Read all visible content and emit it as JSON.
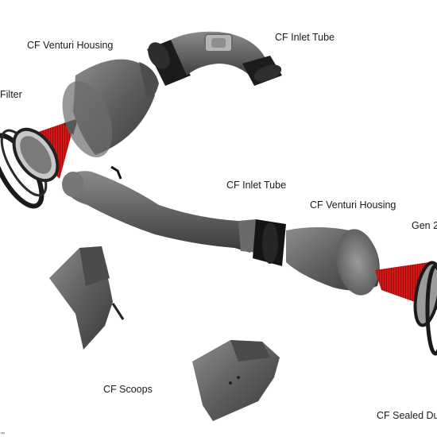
{
  "labels": {
    "venturi_top": "CF Venturi Housing",
    "inlet_top": "CF Inlet Tube",
    "filter_left": "Filter",
    "inlet_mid": "CF Inlet Tube",
    "venturi_mid": "CF Venturi Housing",
    "gen2": "Gen 2",
    "scoops": "CF Scoops",
    "sealed_duct": "CF Sealed Du",
    "trademark": "™"
  },
  "colors": {
    "carbon": "#5c5c5c",
    "carbon_dark": "#3e3e3e",
    "carbon_light": "#8a8a8a",
    "filter_red": "#d61a1a",
    "coupler_black": "#141414",
    "background": "#ffffff"
  }
}
